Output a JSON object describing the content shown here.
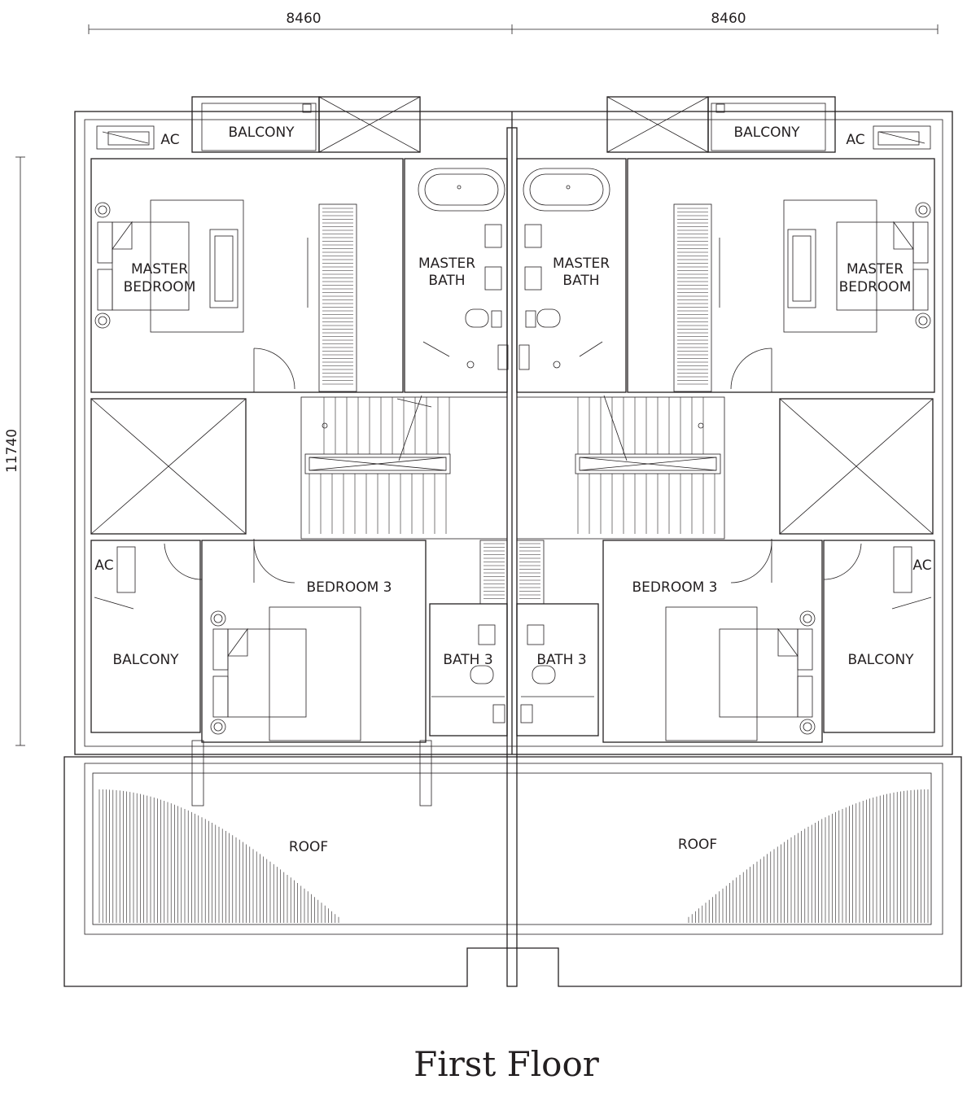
{
  "dimensions": {
    "width_left": "8460",
    "width_right": "8460",
    "depth": "11740"
  },
  "labels": {
    "ac_top_left": "AC",
    "balcony_top_left": "BALCONY",
    "balcony_top_right": "BALCONY",
    "ac_top_right": "AC",
    "master_bedroom_left_1": "MASTER",
    "master_bedroom_left_2": "BEDROOM",
    "master_bath_left_1": "MASTER",
    "master_bath_left_2": "BATH",
    "master_bath_right_1": "MASTER",
    "master_bath_right_2": "BATH",
    "master_bedroom_right_1": "MASTER",
    "master_bedroom_right_2": "BEDROOM",
    "ac_mid_left": "AC",
    "ac_mid_right": "AC",
    "bedroom3_left": "BEDROOM 3",
    "bedroom3_right": "BEDROOM 3",
    "balcony_bottom_left": "BALCONY",
    "balcony_bottom_right": "BALCONY",
    "bath3_left": "BATH 3",
    "bath3_right": "BATH 3",
    "roof_left": "ROOF",
    "roof_right": "ROOF"
  },
  "title": "First Floor"
}
